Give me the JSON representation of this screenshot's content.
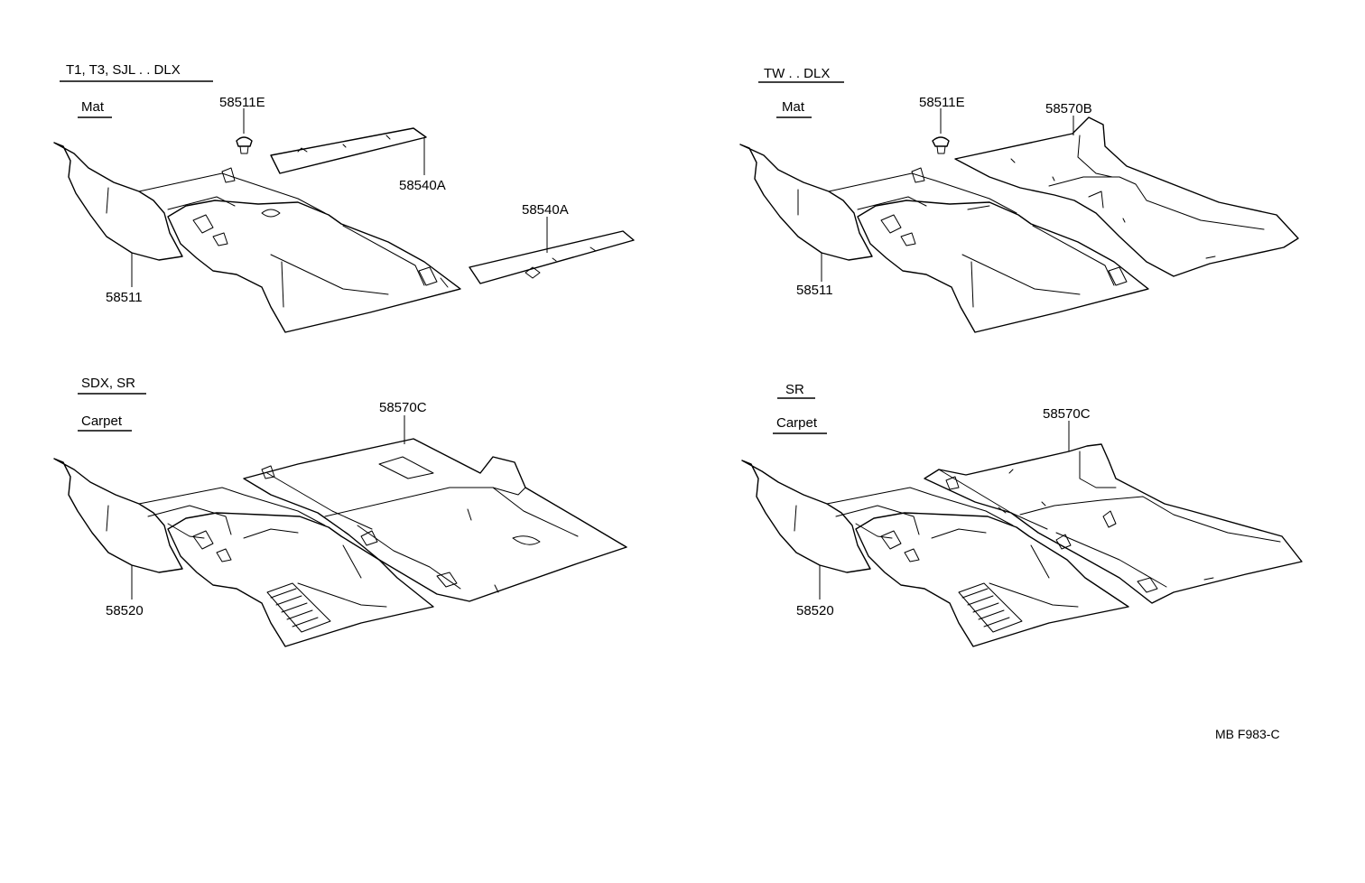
{
  "panels": {
    "top_left": {
      "variant": "T1, T3, SJL . . DLX",
      "type": "Mat",
      "parts": {
        "clip": "58511E",
        "front_mat": "58511",
        "rear_mat_upper": "58540A",
        "rear_mat_lower": "58540A"
      }
    },
    "top_right": {
      "variant": "TW . . DLX",
      "type": "Mat",
      "parts": {
        "clip": "58511E",
        "front_mat": "58511",
        "rear_mat": "58570B"
      }
    },
    "bottom_left": {
      "variant": "SDX, SR",
      "type": "Carpet",
      "parts": {
        "front_carpet": "58520",
        "rear_carpet": "58570C"
      }
    },
    "bottom_right": {
      "variant": "SR",
      "type": "Carpet",
      "parts": {
        "front_carpet": "58520",
        "rear_carpet": "58570C"
      }
    }
  },
  "figure_code": "MB F983-C"
}
